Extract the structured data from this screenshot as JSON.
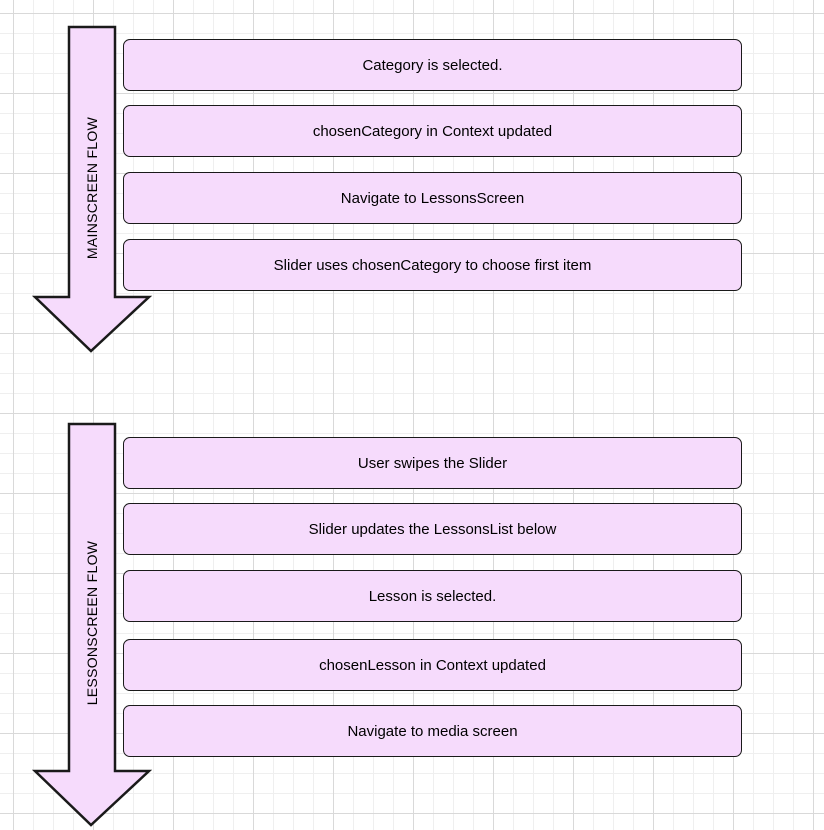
{
  "colors": {
    "fill": "#f6dbfc",
    "stroke": "#1a1a1a"
  },
  "mainscreen": {
    "label": "MAINSCREEN FLOW",
    "steps": [
      "Category is selected.",
      "chosenCategory in Context updated",
      "Navigate to LessonsScreen",
      "Slider uses chosenCategory to choose first item"
    ]
  },
  "lessonscreen": {
    "label": "LESSONSCREEN FLOW",
    "steps": [
      "User swipes the Slider",
      "Slider updates the LessonsList below",
      "Lesson is selected.",
      "chosenLesson in Context updated",
      "Navigate to media screen"
    ]
  }
}
